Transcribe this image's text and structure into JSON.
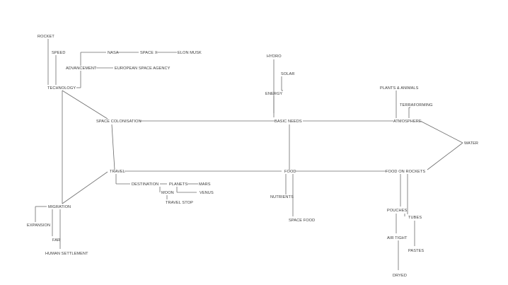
{
  "diagram": {
    "nodes": [
      {
        "id": "rocket",
        "label": "ROCKET"
      },
      {
        "id": "speed",
        "label": "SPEED"
      },
      {
        "id": "technology",
        "label": "TECHNOLOGY"
      },
      {
        "id": "advancement",
        "label": "ADVANCEMENT"
      },
      {
        "id": "nasa",
        "label": "NASA"
      },
      {
        "id": "spacex",
        "label": "SPACE X"
      },
      {
        "id": "elonmusk",
        "label": "ELON MUSK"
      },
      {
        "id": "esa",
        "label": "EUROPEAN SPACE AGENCY"
      },
      {
        "id": "hydro",
        "label": "HYDRO"
      },
      {
        "id": "solar",
        "label": "SOLAR"
      },
      {
        "id": "energy",
        "label": "ENERGY"
      },
      {
        "id": "plants",
        "label": "PLANTS & ANIMALS"
      },
      {
        "id": "terraforming",
        "label": "TERRAFORMING"
      },
      {
        "id": "spacecol",
        "label": "SPACE COLONISATION"
      },
      {
        "id": "basicneeds",
        "label": "BASIC NEEDS"
      },
      {
        "id": "atmosphere",
        "label": "ATMOSPHERE"
      },
      {
        "id": "water",
        "label": "WATER"
      },
      {
        "id": "travel",
        "label": "TRAVEL"
      },
      {
        "id": "food",
        "label": "FOOD"
      },
      {
        "id": "foodonrockets",
        "label": "FOOD ON ROCKETS"
      },
      {
        "id": "destination",
        "label": "DESTINATION"
      },
      {
        "id": "planets",
        "label": "PLANETS"
      },
      {
        "id": "mars",
        "label": "MARS"
      },
      {
        "id": "moon",
        "label": "MOON"
      },
      {
        "id": "venus",
        "label": "VENUS"
      },
      {
        "id": "travelstop",
        "label": "TRAVEL STOP"
      },
      {
        "id": "migration",
        "label": "MIGRATION"
      },
      {
        "id": "expansion",
        "label": "EXPANSION"
      },
      {
        "id": "far",
        "label": "FAR"
      },
      {
        "id": "humansettlement",
        "label": "HUMAN SETTLEMENT"
      },
      {
        "id": "nutrients",
        "label": "NUTRIENTS"
      },
      {
        "id": "spacefood",
        "label": "SPACE FOOD"
      },
      {
        "id": "pouches",
        "label": "POUCHES"
      },
      {
        "id": "tubes",
        "label": "TUBES"
      },
      {
        "id": "airtight",
        "label": "AIR TIGHT"
      },
      {
        "id": "pastes",
        "label": "PASTES"
      },
      {
        "id": "dryed",
        "label": "DRYED"
      }
    ]
  }
}
